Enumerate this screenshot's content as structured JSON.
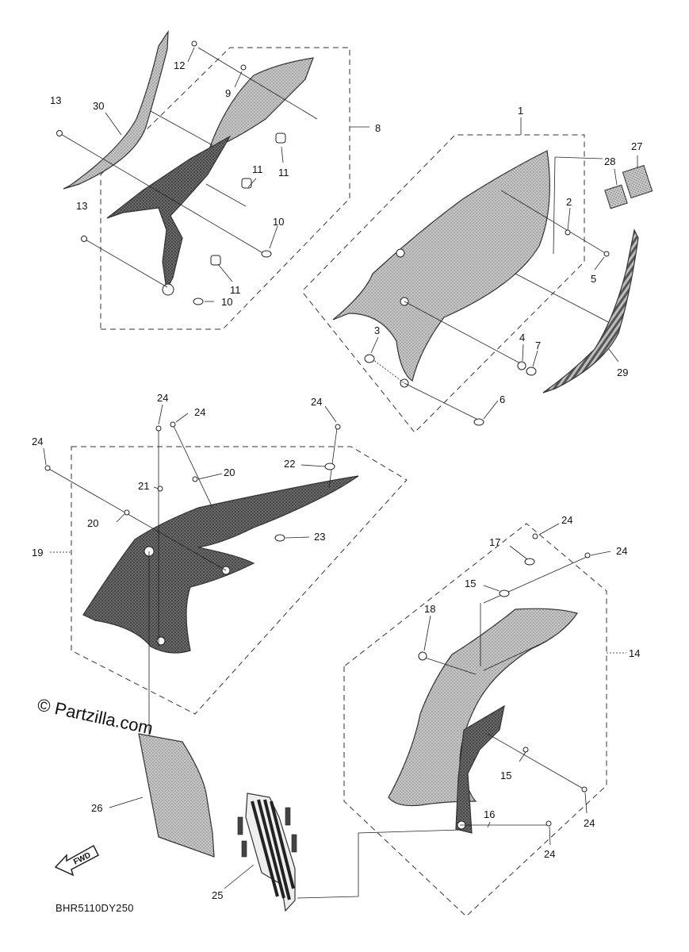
{
  "callouts": {
    "c1": "1",
    "c2": "2",
    "c3": "3",
    "c4": "4",
    "c5": "5",
    "c6": "6",
    "c7": "7",
    "c8": "8",
    "c9": "9",
    "c10a": "10",
    "c10b": "10",
    "c11a": "11",
    "c11b": "11",
    "c11c": "11",
    "c12": "12",
    "c13a": "13",
    "c13b": "13",
    "c14": "14",
    "c15a": "15",
    "c15b": "15",
    "c16": "16",
    "c17": "17",
    "c18": "18",
    "c19": "19",
    "c20a": "20",
    "c20b": "20",
    "c21": "21",
    "c22": "22",
    "c23": "23",
    "c24a": "24",
    "c24b": "24",
    "c24c": "24",
    "c24d": "24",
    "c24e": "24",
    "c24f": "24",
    "c24g": "24",
    "c24h": "24",
    "c25": "25",
    "c26": "26",
    "c27": "27",
    "c28": "28",
    "c29": "29",
    "c30": "30"
  },
  "watermark": "© Partzilla.com",
  "diagram_code": "BHR5110DY250",
  "fwd_label": "FWD",
  "colors": {
    "line": "#333333",
    "part_fill": "#9a9a9a",
    "dark_fill": "#555555",
    "background": "#ffffff"
  }
}
